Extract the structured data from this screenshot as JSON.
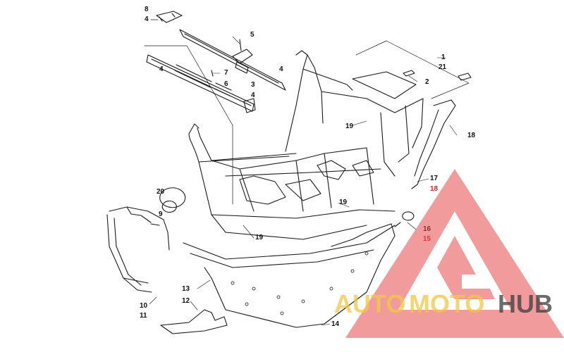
{
  "diagram": {
    "labels": {
      "p8": "8",
      "p4a": "4",
      "p5": "5",
      "p4b": "4",
      "p7": "7",
      "p6": "6",
      "p4c": "4",
      "p3": "3",
      "p4d": "4",
      "p1": "1",
      "p21": "21",
      "p2": "2",
      "p19a": "19",
      "p18a": "18",
      "p17": "17",
      "p18b": "18",
      "p20": "20",
      "p9": "9",
      "p19b": "19",
      "p19c": "19",
      "p16": "16",
      "p15": "15",
      "p13": "13",
      "p10": "10",
      "p11": "11",
      "p12": "12",
      "p14": "14"
    }
  },
  "watermark": {
    "brand_auto": "AUTO",
    "brand_moto": "MOTO",
    "brand_hub": "HUB",
    "colors": {
      "triangle": "#e5484d",
      "auto": "#f2c744",
      "moto": "#f2c744",
      "hub": "#3c3c3c"
    }
  }
}
